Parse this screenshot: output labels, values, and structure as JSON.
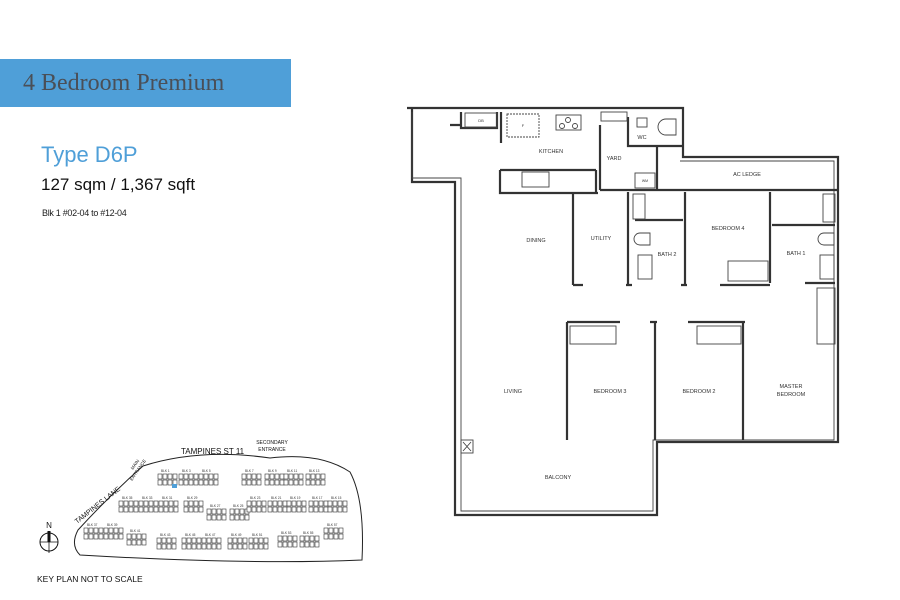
{
  "header": {
    "title": "4 Bedroom Premium"
  },
  "unit": {
    "type": "Type D6P",
    "area": "127 sqm / 1,367 sqft",
    "blocks": "Blk 1  #02-04 to #12-04"
  },
  "floor_plan": {
    "rooms": {
      "kitchen": "KITCHEN",
      "yard": "YARD",
      "wc": "WC",
      "ac_ledge": "AC LEDGE",
      "dining": "DINING",
      "utility": "UTILITY",
      "bath2": "BATH 2",
      "bedroom4": "BEDROOM 4",
      "bath1": "BATH 1",
      "living": "LIVING",
      "bedroom3": "BEDROOM 3",
      "bedroom2": "BEDROOM 2",
      "master1": "MASTER",
      "master2": "BEDROOM",
      "balcony": "BALCONY",
      "db": "DB",
      "fridge": "F",
      "wm": "WM"
    }
  },
  "key_plan": {
    "road_top": "TAMPINES ST 11",
    "road_left": "TAMPINES LANE",
    "secondary1": "SECONDARY",
    "secondary2": "ENTRANCE",
    "main1": "MAIN",
    "main2": "ENTRANCE",
    "north": "N",
    "note": "KEY PLAN NOT TO SCALE",
    "blocks": [
      "BLK 1",
      "BLK 3",
      "BLK 5",
      "BLK 7",
      "BLK 9",
      "BLK 11",
      "BLK 13",
      "BLK 35",
      "BLK 33",
      "BLK 31",
      "BLK 29",
      "BLK 27",
      "BLK 25",
      "BLK 23",
      "BLK 21",
      "BLK 19",
      "BLK 17",
      "BLK 15",
      "BLK 37",
      "BLK 39",
      "BLK 41",
      "BLK 43",
      "BLK 45",
      "BLK 47",
      "BLK 49",
      "BLK 51",
      "BLK 53",
      "BLK 55",
      "BLK 57"
    ],
    "highlight_color": "#4f9fd8"
  },
  "colors": {
    "accent": "#4f9fd8",
    "title_text": "#4a4f57"
  }
}
